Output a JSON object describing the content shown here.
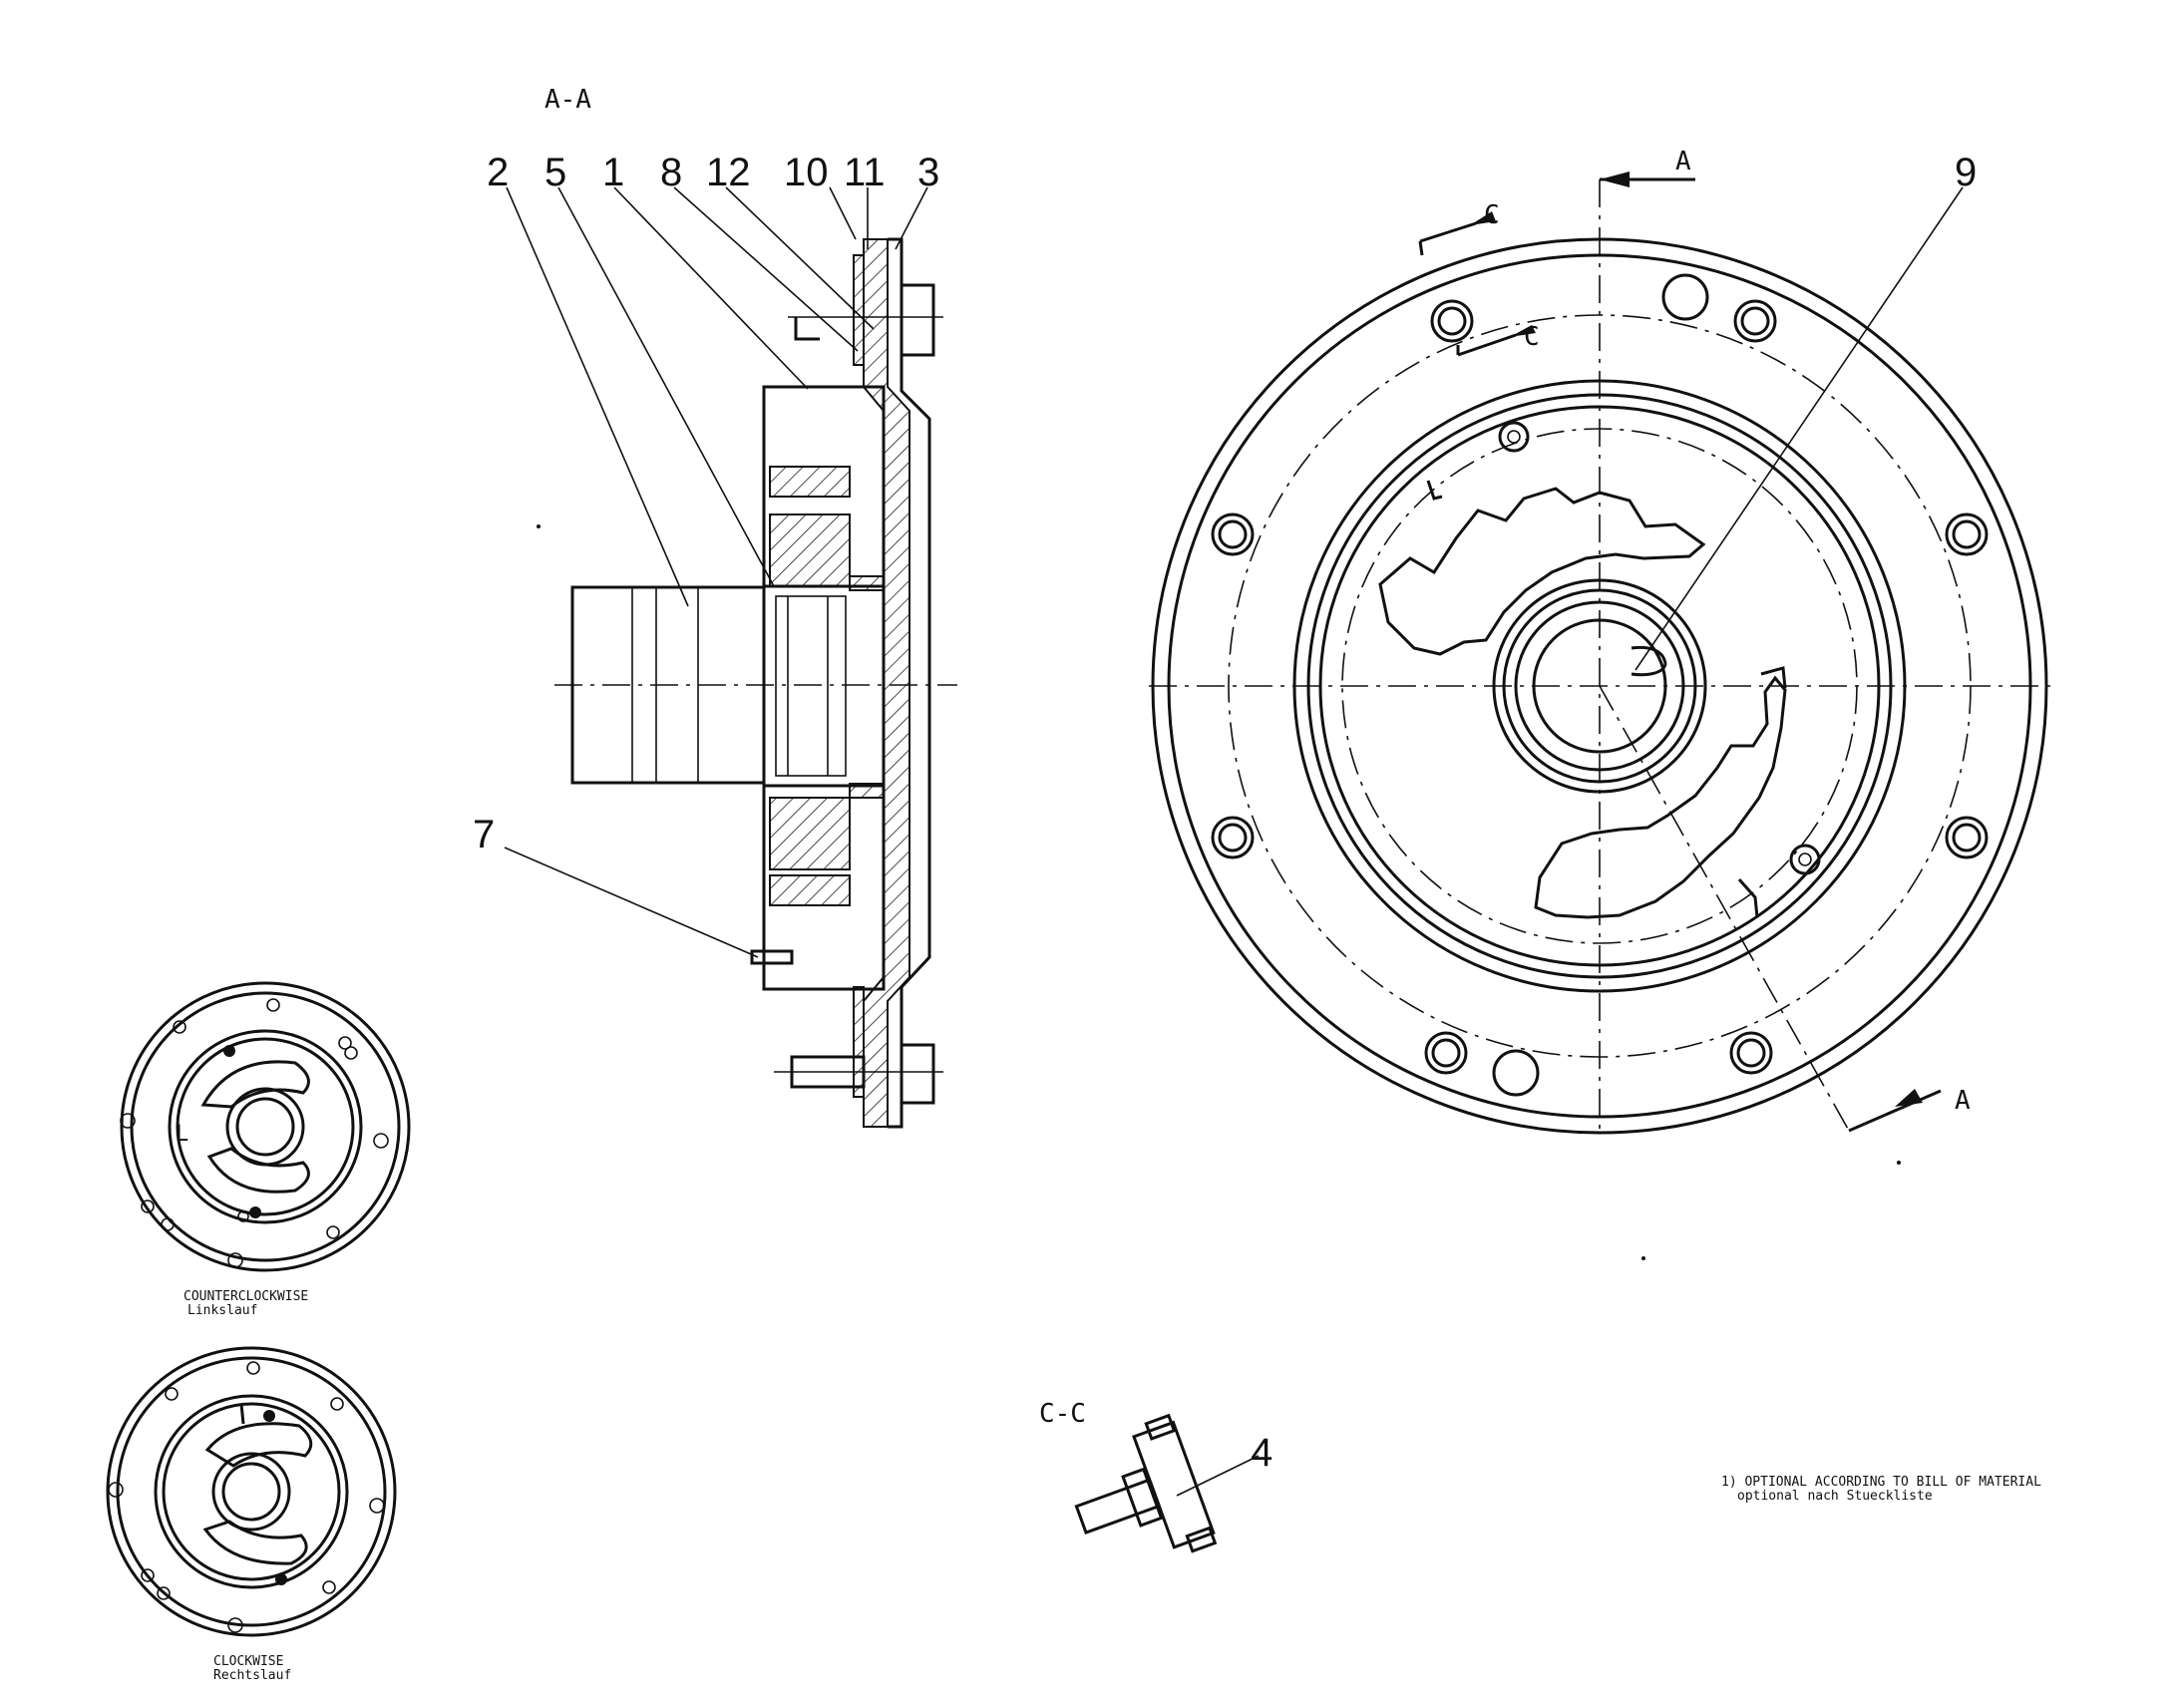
{
  "section_labels": {
    "aa": "A-A",
    "cc": "C-C",
    "cut_a_top": "A",
    "cut_a_bottom": "A",
    "cut_c_top": "C",
    "cut_c_bottom": "C"
  },
  "callouts": {
    "n2": "2",
    "n5": "5",
    "n1": "1",
    "n8": "8",
    "n12": "12",
    "n10": "10",
    "n11": "11",
    "n3": "3",
    "n7": "7",
    "n9": "9",
    "n4": "4"
  },
  "rotation_views": {
    "ccw_en": "COUNTERCLOCKWISE",
    "ccw_de": "Linkslauf",
    "ccw_mark": "L",
    "cw_en": "CLOCKWISE",
    "cw_de": "Rechtslauf"
  },
  "note": {
    "line1": "1) OPTIONAL ACCORDING TO BILL OF MATERIAL",
    "line2": "optional nach Stueckliste"
  }
}
